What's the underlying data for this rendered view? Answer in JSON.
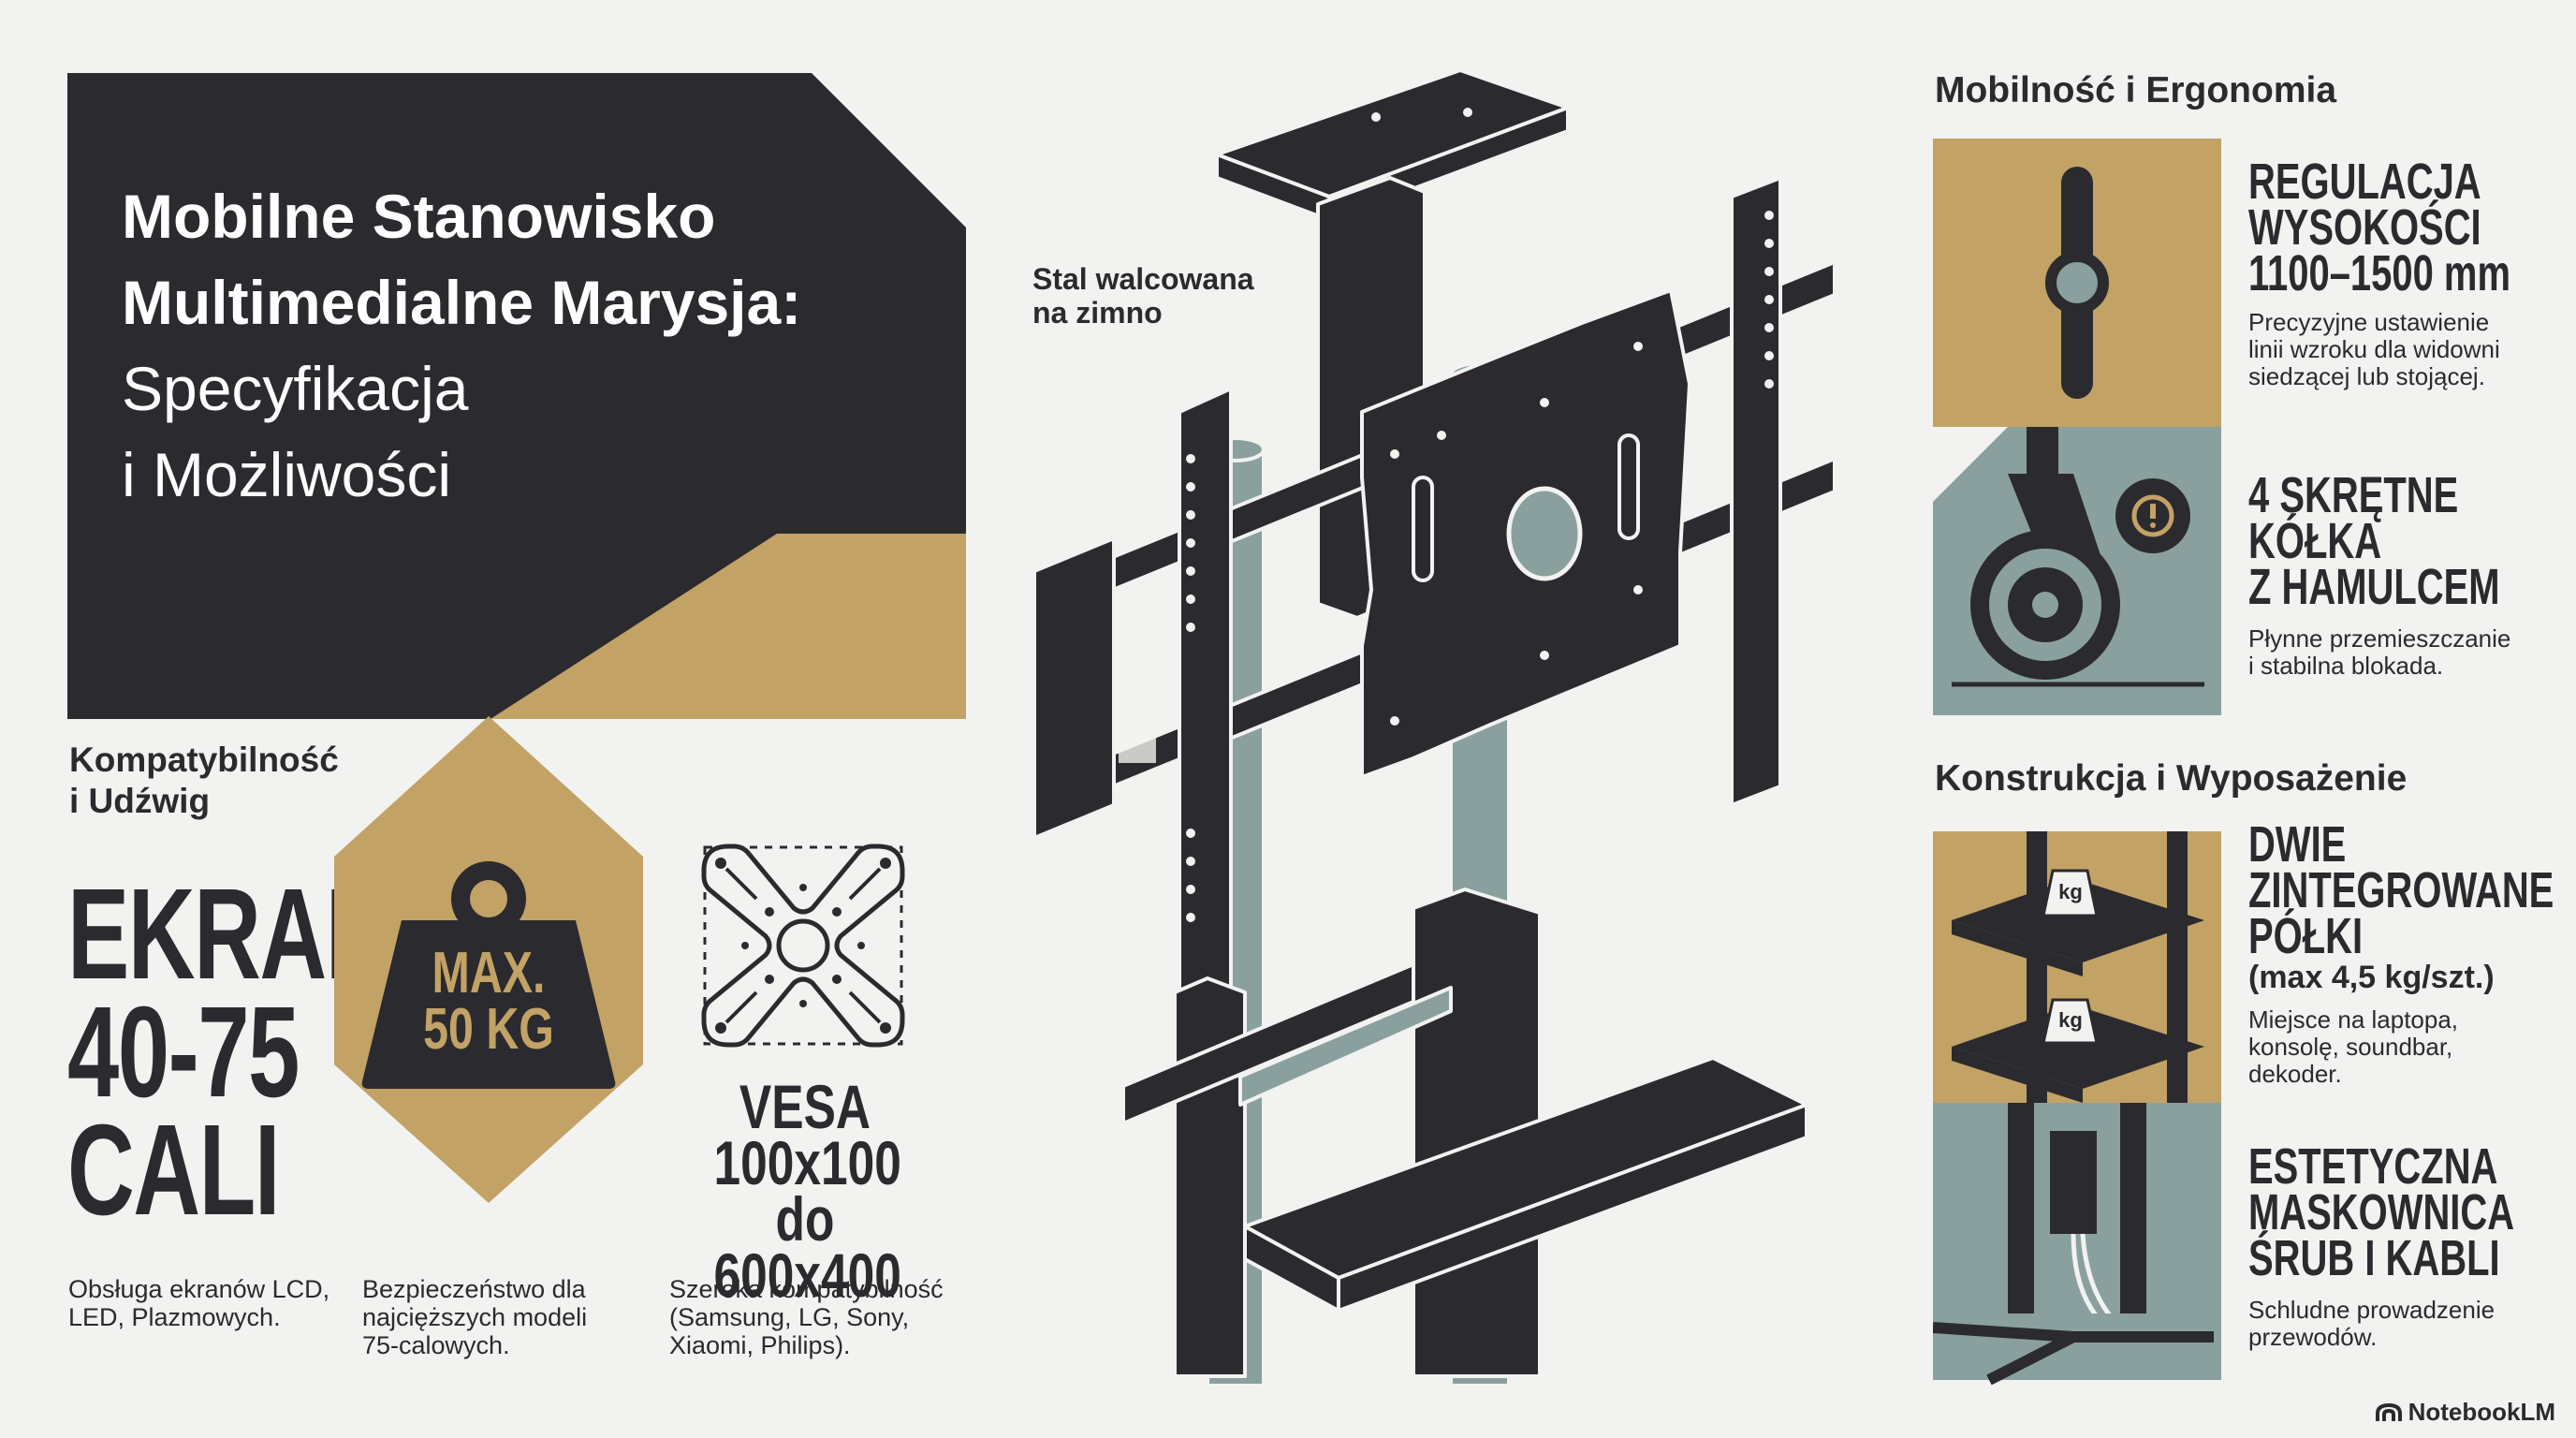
{
  "title": {
    "line1": "Mobilne Stanowisko",
    "line2": "Multimedialne Marysja:",
    "line3": "Specyfikacja",
    "line4": "i Możliwości"
  },
  "compatibility": {
    "heading_line1": "Kompatybilność",
    "heading_line2": "i Udźwig",
    "screen_line1": "EKRAN",
    "screen_line2": "40-75",
    "screen_line3": "CALI",
    "screen_desc_line1": "Obsługa ekranów LCD,",
    "screen_desc_line2": "LED, Plazmowych.",
    "weight_line1": "MAX.",
    "weight_line2": "50 KG",
    "weight_desc_line1": "Bezpieczeństwo dla",
    "weight_desc_line2": "najcięższych modeli",
    "weight_desc_line3": "75-calowych.",
    "vesa_line1": "VESA",
    "vesa_line2": "100x100",
    "vesa_line3": "do 600x400",
    "vesa_desc_line1": "Szeroka kompatybilność",
    "vesa_desc_line2": "(Samsung, LG, Sony,",
    "vesa_desc_line3": "Xiaomi, Philips)."
  },
  "stand": {
    "material_line1": "Stal walcowana",
    "material_line2": "na zimno"
  },
  "mobility": {
    "heading": "Mobilność i Ergonomia",
    "height": {
      "title_line1": "REGULACJA",
      "title_line2": "WYSOKOŚCI",
      "title_line3": "1100–1500 mm",
      "desc_line1": "Precyzyjne ustawienie",
      "desc_line2": "linii wzroku dla widowni",
      "desc_line3": "siedzącej lub stojącej."
    },
    "wheels": {
      "title_line1": "4 SKRĘTNE",
      "title_line2": "KÓŁKA",
      "title_line3": "Z HAMULCEM",
      "desc_line1": "Płynne przemieszczanie",
      "desc_line2": "i stabilna blokada."
    }
  },
  "construction": {
    "heading": "Konstrukcja i Wyposażenie",
    "shelves": {
      "title_line1": "DWIE",
      "title_line2": "ZINTEGROWANE",
      "title_line3": "PÓŁKI",
      "subtitle": "(max 4,5 kg/szt.)",
      "icon_label": "kg",
      "desc_line1": "Miejsce na laptopa,",
      "desc_line2": "konsolę, soundbar,",
      "desc_line3": "dekoder."
    },
    "cover": {
      "title_line1": "ESTETYCZNA",
      "title_line2": "MASKOWNICA",
      "title_line3": "ŚRUB I KABLI",
      "desc_line1": "Schludne prowadzenie",
      "desc_line2": "przewodów."
    }
  },
  "branding": {
    "logo": "NotebookLM"
  },
  "colors": {
    "charcoal": "#2b2a2e",
    "gold": "#c3a266",
    "slate": "#8aa09e",
    "background": "#f2f2f0"
  },
  "icons": [
    "weight-icon",
    "vesa-plate-icon",
    "height-slider-icon",
    "caster-wheel-icon",
    "brake-icon",
    "shelf-icon",
    "cable-cover-icon",
    "notebooklm-logo-icon"
  ]
}
